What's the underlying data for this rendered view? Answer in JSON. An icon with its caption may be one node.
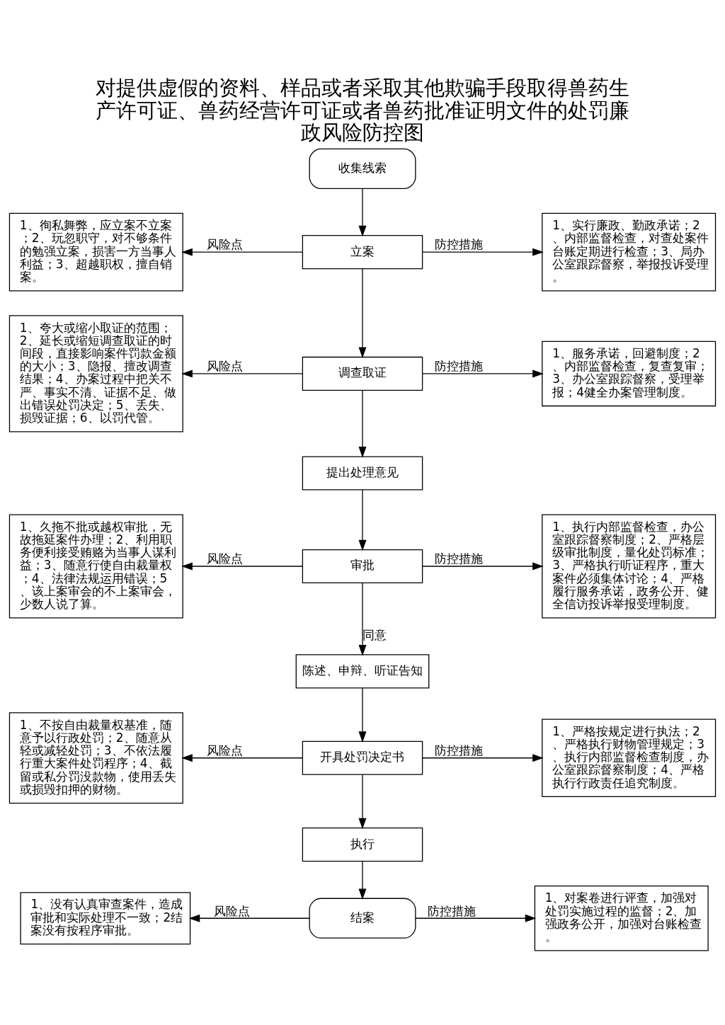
{
  "diagram": {
    "title": "对提供虚假的资料、样品或者采取其他欺骗手段取得兽药生产许可证、兽药经营许可证或者兽药批准证明文件的处罚廉政风险防控图",
    "nodes": [
      {
        "text": [
          "收集线索"
        ]
      },
      {
        "text": [
          "1、徇私舞弊，应立案不立案；2、玩忽职守，对不够条件的勉强立案，损害一方当事人利益；3、超越职权，擅自销案。"
        ]
      },
      {
        "text": [
          "立案"
        ]
      },
      {
        "text": [
          "1、实行廉政、勤政承诺；2、内部监督检查，对查处案件台账定期进行检查；3、局办公室跟踪督察，举报投诉受理。"
        ]
      },
      {
        "text": [
          "1、夸大或缩小取证的范围；2、延长或缩短调查取证的时间段，直接影响案件罚款金额的大小；3、隐报、擅改调查结果；4、办案过程中把关不严、事实不清、证据不足、做出错误处罚决定；5、丢失、损毁证据；6、以罚代管。"
        ]
      },
      {
        "text": [
          "调查取证"
        ]
      },
      {
        "text": [
          "1、服务承诺，回避制度；2、内部监督检查，复查复审；3、办公室跟踪督察，受理举报；4健全办案管理制度。"
        ]
      },
      {
        "text": [
          "提出处理意见"
        ]
      },
      {
        "text": [
          "1、久拖不批或越权审批，无故拖延案件办理；2、利用职务便利接受贿赂为当事人谋利益；3、随意行使自由裁量权；4、法律法规运用错误；5、该上案审会的不上案审会，少数人说了算。"
        ]
      },
      {
        "text": [
          "审批"
        ]
      },
      {
        "text": [
          "1、执行内部监督检查，办公室跟踪督察制度；2、严格层级审批制度，量化处罚标准；3、严格执行听证程序，重大案件必须集体讨论；4、严格履行服务承诺，政务公开、健全信访投诉举报受理制度。"
        ]
      },
      {
        "text": [
          "陈述、申辩、听证告知"
        ]
      },
      {
        "text": [
          "1、不按自由裁量权基准，随意予以行政处罚；2、随意从轻或减轻处罚；3、不依法履行重大案件处罚程序；4、截留或私分罚没款物，使用丢失或损毁扣押的财物。"
        ]
      },
      {
        "text": [
          "开具处罚决定书"
        ]
      },
      {
        "text": [
          "1、严格按规定进行执法；2、严格执行财物管理规定；3、执行内部监督检查制度，办公室跟踪督察制度；4、严格执行行政责任追究制度。"
        ]
      },
      {
        "text": [
          "执行"
        ]
      },
      {
        "text": [
          "1、没有认真审查案件，造成审批和实际处理不一致；2结案没有按程序审批。"
        ]
      },
      {
        "text": [
          "结案"
        ]
      },
      {
        "text": [
          "1、对案卷进行评查，加强对处罚实施过程的监督；2、加强政务公开，加强对台账检查。"
        ]
      }
    ],
    "edges": [
      {
        "from": 0,
        "to": 2,
        "arrow": "to"
      },
      {
        "from": 2,
        "to": 1,
        "arrow": "to",
        "label": "风险点"
      },
      {
        "from": 2,
        "to": 3,
        "arrow": "to",
        "label": "防控措施"
      },
      {
        "from": 2,
        "to": 5,
        "arrow": "to"
      },
      {
        "from": 5,
        "to": 4,
        "arrow": "to",
        "label": "风险点"
      },
      {
        "from": 5,
        "to": 6,
        "arrow": "to",
        "label": "防控措施"
      },
      {
        "from": 5,
        "to": 7,
        "arrow": "to"
      },
      {
        "from": 7,
        "to": 9,
        "arrow": "to"
      },
      {
        "from": 9,
        "to": 8,
        "arrow": "to",
        "label": "风险点"
      },
      {
        "from": 9,
        "to": 10,
        "arrow": "to",
        "label": "防控措施"
      },
      {
        "from": 9,
        "to": 11,
        "arrow": "to",
        "label": "同意"
      },
      {
        "from": 11,
        "to": 13,
        "arrow": "to"
      },
      {
        "from": 13,
        "to": 12,
        "arrow": "to",
        "label": "风险点"
      },
      {
        "from": 13,
        "to": 14,
        "arrow": "to",
        "label": "防控措施"
      },
      {
        "from": 13,
        "to": 15,
        "arrow": "to"
      },
      {
        "from": 15,
        "to": 17,
        "arrow": "to"
      },
      {
        "from": 17,
        "to": 16,
        "arrow": "to",
        "label": "风险点"
      },
      {
        "from": 17,
        "to": 18,
        "arrow": "to",
        "label": "防控措施"
      }
    ]
  }
}
